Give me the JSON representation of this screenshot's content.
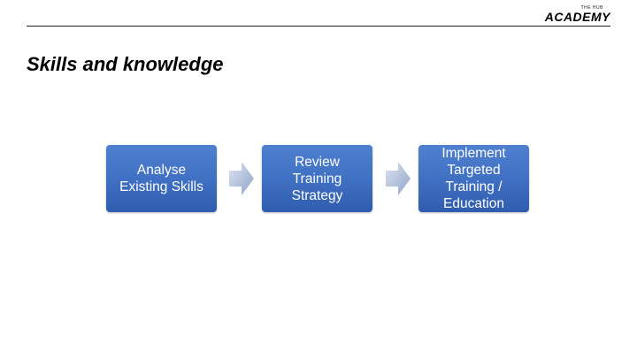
{
  "header": {
    "logo_small": "THE HUB",
    "logo_main": "ACADEMY"
  },
  "slide": {
    "title": "Skills and knowledge"
  },
  "process": {
    "steps": [
      {
        "label": "Analyse\nExisting Skills"
      },
      {
        "label": "Review\nTraining\nStrategy"
      },
      {
        "label": "Implement\nTargeted\nTraining /\nEducation"
      }
    ],
    "colors": {
      "box": "#3f6fc2",
      "arrow_light": "#d4ddee",
      "arrow_dark": "#8fa3c8"
    }
  }
}
